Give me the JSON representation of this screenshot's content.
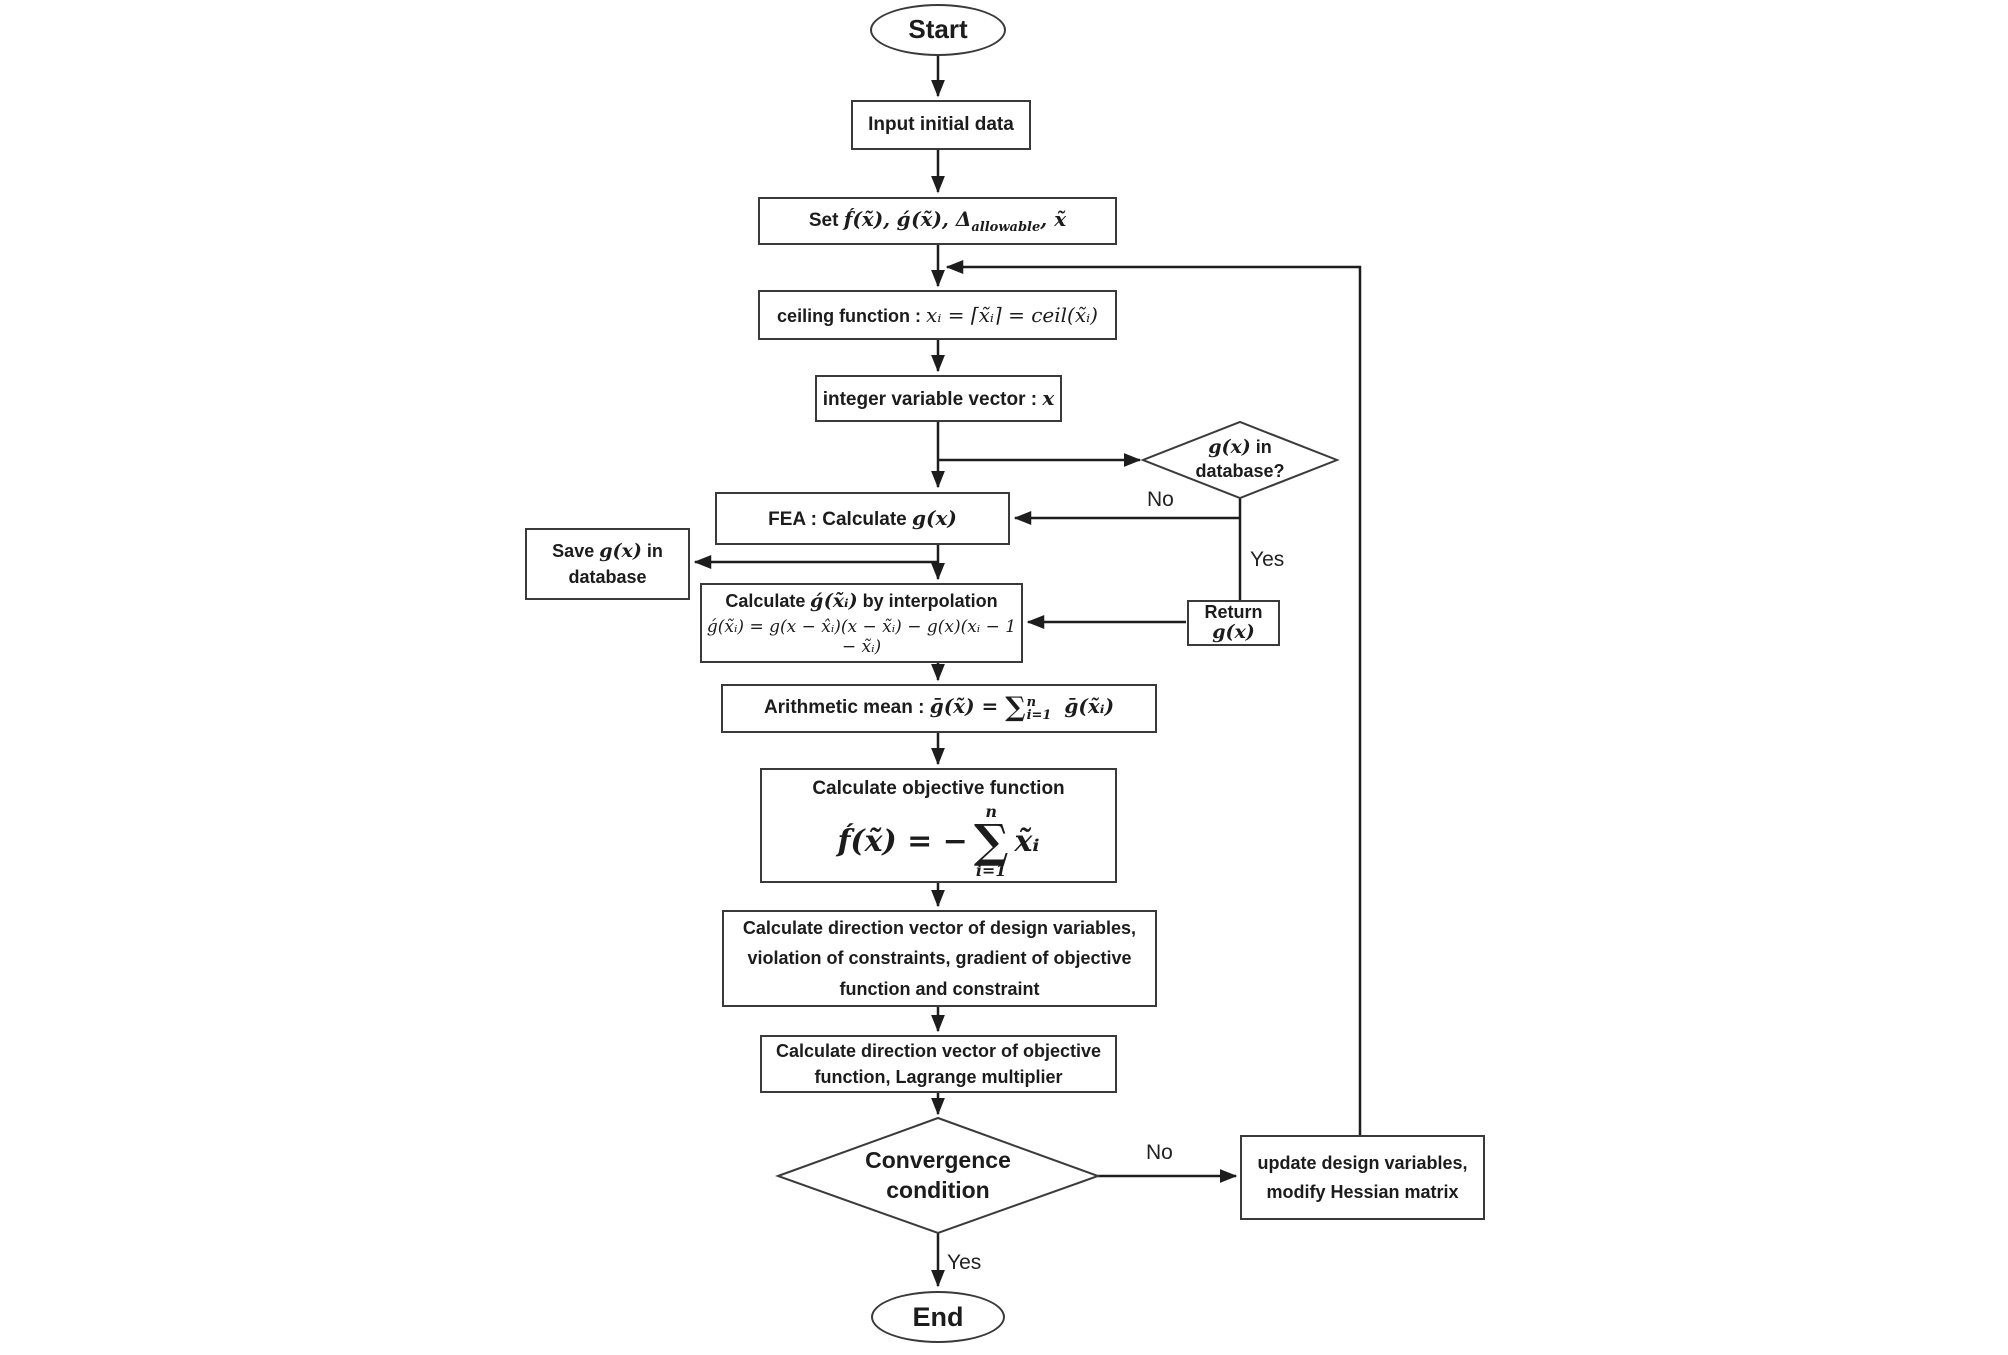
{
  "nodes": {
    "start": {
      "label": "Start"
    },
    "input": {
      "label": "Input initial data"
    },
    "set": {
      "prefix": "Set ",
      "math_a": "f́(x̃), ǵ(x̃), Δ",
      "sub": "allowable",
      "math_b": ", x̃"
    },
    "ceiling": {
      "prefix": "ceiling function : ",
      "math": "xᵢ = ⌈x̃ᵢ⌉ = ceil(x̃ᵢ)"
    },
    "integer": {
      "prefix": "integer variable vector : ",
      "math": "x"
    },
    "db_check": {
      "math": "g(x)",
      "suffix": " in",
      "line2": "database?"
    },
    "fea": {
      "prefix": "FEA : Calculate ",
      "math": "g(x)"
    },
    "save": {
      "prefix": "Save ",
      "math": "g(x)",
      "suffix": " in",
      "line2": "database"
    },
    "interp": {
      "prefix": "Calculate ",
      "math": "ǵ(x̃ᵢ)",
      "suffix": " by interpolation",
      "formula": "ǵ(x̃ᵢ) = g(x − x̂ᵢ)(x − x̃ᵢ) − g(x)(xᵢ − 1 − x̃ᵢ)"
    },
    "return": {
      "line1": "Return",
      "math": "g(x)"
    },
    "mean": {
      "prefix": "Arithmetic mean :  ",
      "m1": "ḡ(x̃) = ",
      "sigma": "∑",
      "sup": "n",
      "sub": "i=1",
      "m2": " ḡ(x̃ᵢ)"
    },
    "objective": {
      "title": "Calculate objective function",
      "lhs": "f́(x̃) = −",
      "sum_top": "n",
      "sum": "∑",
      "sum_bottom": "i=1",
      "rhs": "x̃ᵢ"
    },
    "dir_vars": {
      "label": "Calculate direction vector of design variables,\nviolation of constraints, gradient of objective\nfunction and constraint"
    },
    "dir_obj": {
      "label": "Calculate direction vector of objective\nfunction, Lagrange multiplier"
    },
    "convergence": {
      "label": "Convergence\ncondition"
    },
    "update": {
      "label": "update design variables,\nmodify Hessian matrix"
    },
    "end": {
      "label": "End"
    }
  },
  "edge_labels": {
    "db_no": "No",
    "db_yes": "Yes",
    "conv_no": "No",
    "conv_yes": "Yes"
  },
  "colors": {
    "stroke": "#1d1d1d",
    "box_border": "#3a3a3a",
    "background": "#ffffff",
    "text": "#1c1c1c"
  }
}
